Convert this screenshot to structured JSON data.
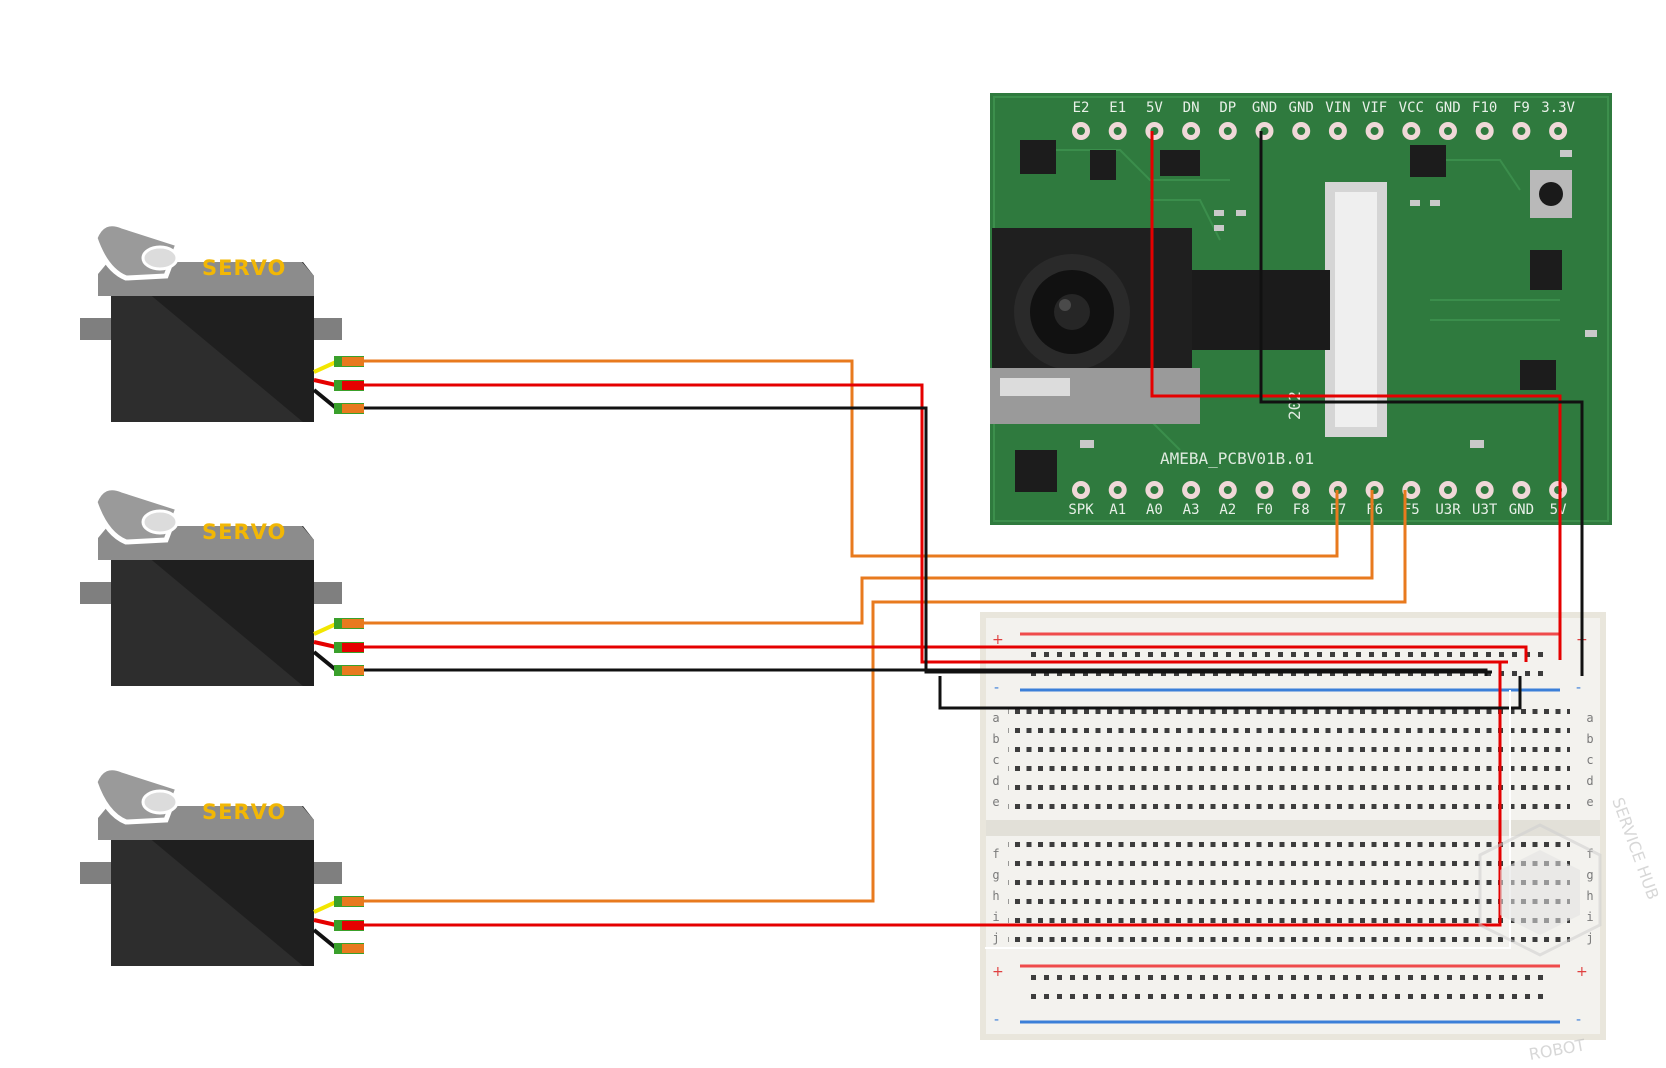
{
  "servos": [
    {
      "id": 1,
      "label": "SERVO"
    },
    {
      "id": 2,
      "label": "SERVO"
    },
    {
      "id": 3,
      "label": "SERVO"
    }
  ],
  "board": {
    "silkscreen": "AMEBA_PCBV01B.01",
    "silk_side": "202",
    "top_pins": [
      "E2",
      "E1",
      "5V",
      "DN",
      "DP",
      "GND",
      "GND",
      "VIN",
      "VIF",
      "VCC",
      "GND",
      "F10",
      "F9",
      "3.3V"
    ],
    "bottom_pins": [
      "SPK",
      "A1",
      "A0",
      "A3",
      "A2",
      "F0",
      "F8",
      "F7",
      "F6",
      "F5",
      "U3R",
      "U3T",
      "GND",
      "5V"
    ]
  },
  "breadboard": {
    "plus": "+",
    "minus": "-",
    "rows_top": [
      "a",
      "b",
      "c",
      "d",
      "e"
    ],
    "rows_bottom": [
      "f",
      "g",
      "h",
      "i",
      "j"
    ]
  },
  "watermark": {
    "text": "SERVICE HUB",
    "side_text": "ROBOT"
  },
  "colors": {
    "signal": "#e87a1e",
    "power": "#e50000",
    "ground": "#111111",
    "pcb": "#2f7a3e",
    "servo_body": "#2e2e2e",
    "servo_top": "#8d8d8d"
  }
}
